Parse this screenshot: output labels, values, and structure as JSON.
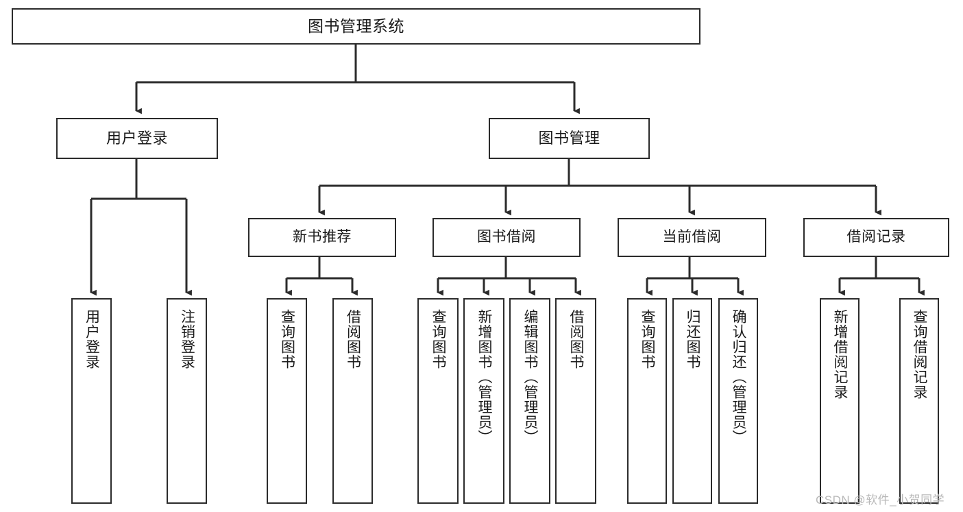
{
  "diagram": {
    "type": "tree-hierarchy-diagram",
    "title": "图书管理系统",
    "watermark": "CSDN @软件_小贺同学",
    "colors": {
      "box_border": "#2b2b2b",
      "box_fill": "#ffffff",
      "edge": "#2b2b2b",
      "text": "#1a1a1a",
      "watermark": "#b9b9b9",
      "background": "#ffffff"
    },
    "nodes": {
      "root": {
        "label": "图书管理系统"
      },
      "level1": [
        {
          "label": "用户登录"
        },
        {
          "label": "图书管理"
        }
      ],
      "level2": [
        {
          "label": "新书推荐"
        },
        {
          "label": "图书借阅"
        },
        {
          "label": "当前借阅"
        },
        {
          "label": "借阅记录"
        }
      ],
      "leaves": {
        "user_login": [
          {
            "label": "用户登录"
          },
          {
            "label": "注销登录"
          }
        ],
        "new_book_recommend": [
          {
            "label": "查询图书"
          },
          {
            "label": "借阅图书"
          }
        ],
        "book_borrow": [
          {
            "label": "查询图书"
          },
          {
            "label": "新增图书（管理员）"
          },
          {
            "label": "编辑图书（管理员）"
          },
          {
            "label": "借阅图书"
          }
        ],
        "current_borrow": [
          {
            "label": "查询图书"
          },
          {
            "label": "归还图书"
          },
          {
            "label": "确认归还（管理员）"
          }
        ],
        "borrow_record": [
          {
            "label": "新增借阅记录"
          },
          {
            "label": "查询借阅记录"
          }
        ]
      }
    }
  }
}
